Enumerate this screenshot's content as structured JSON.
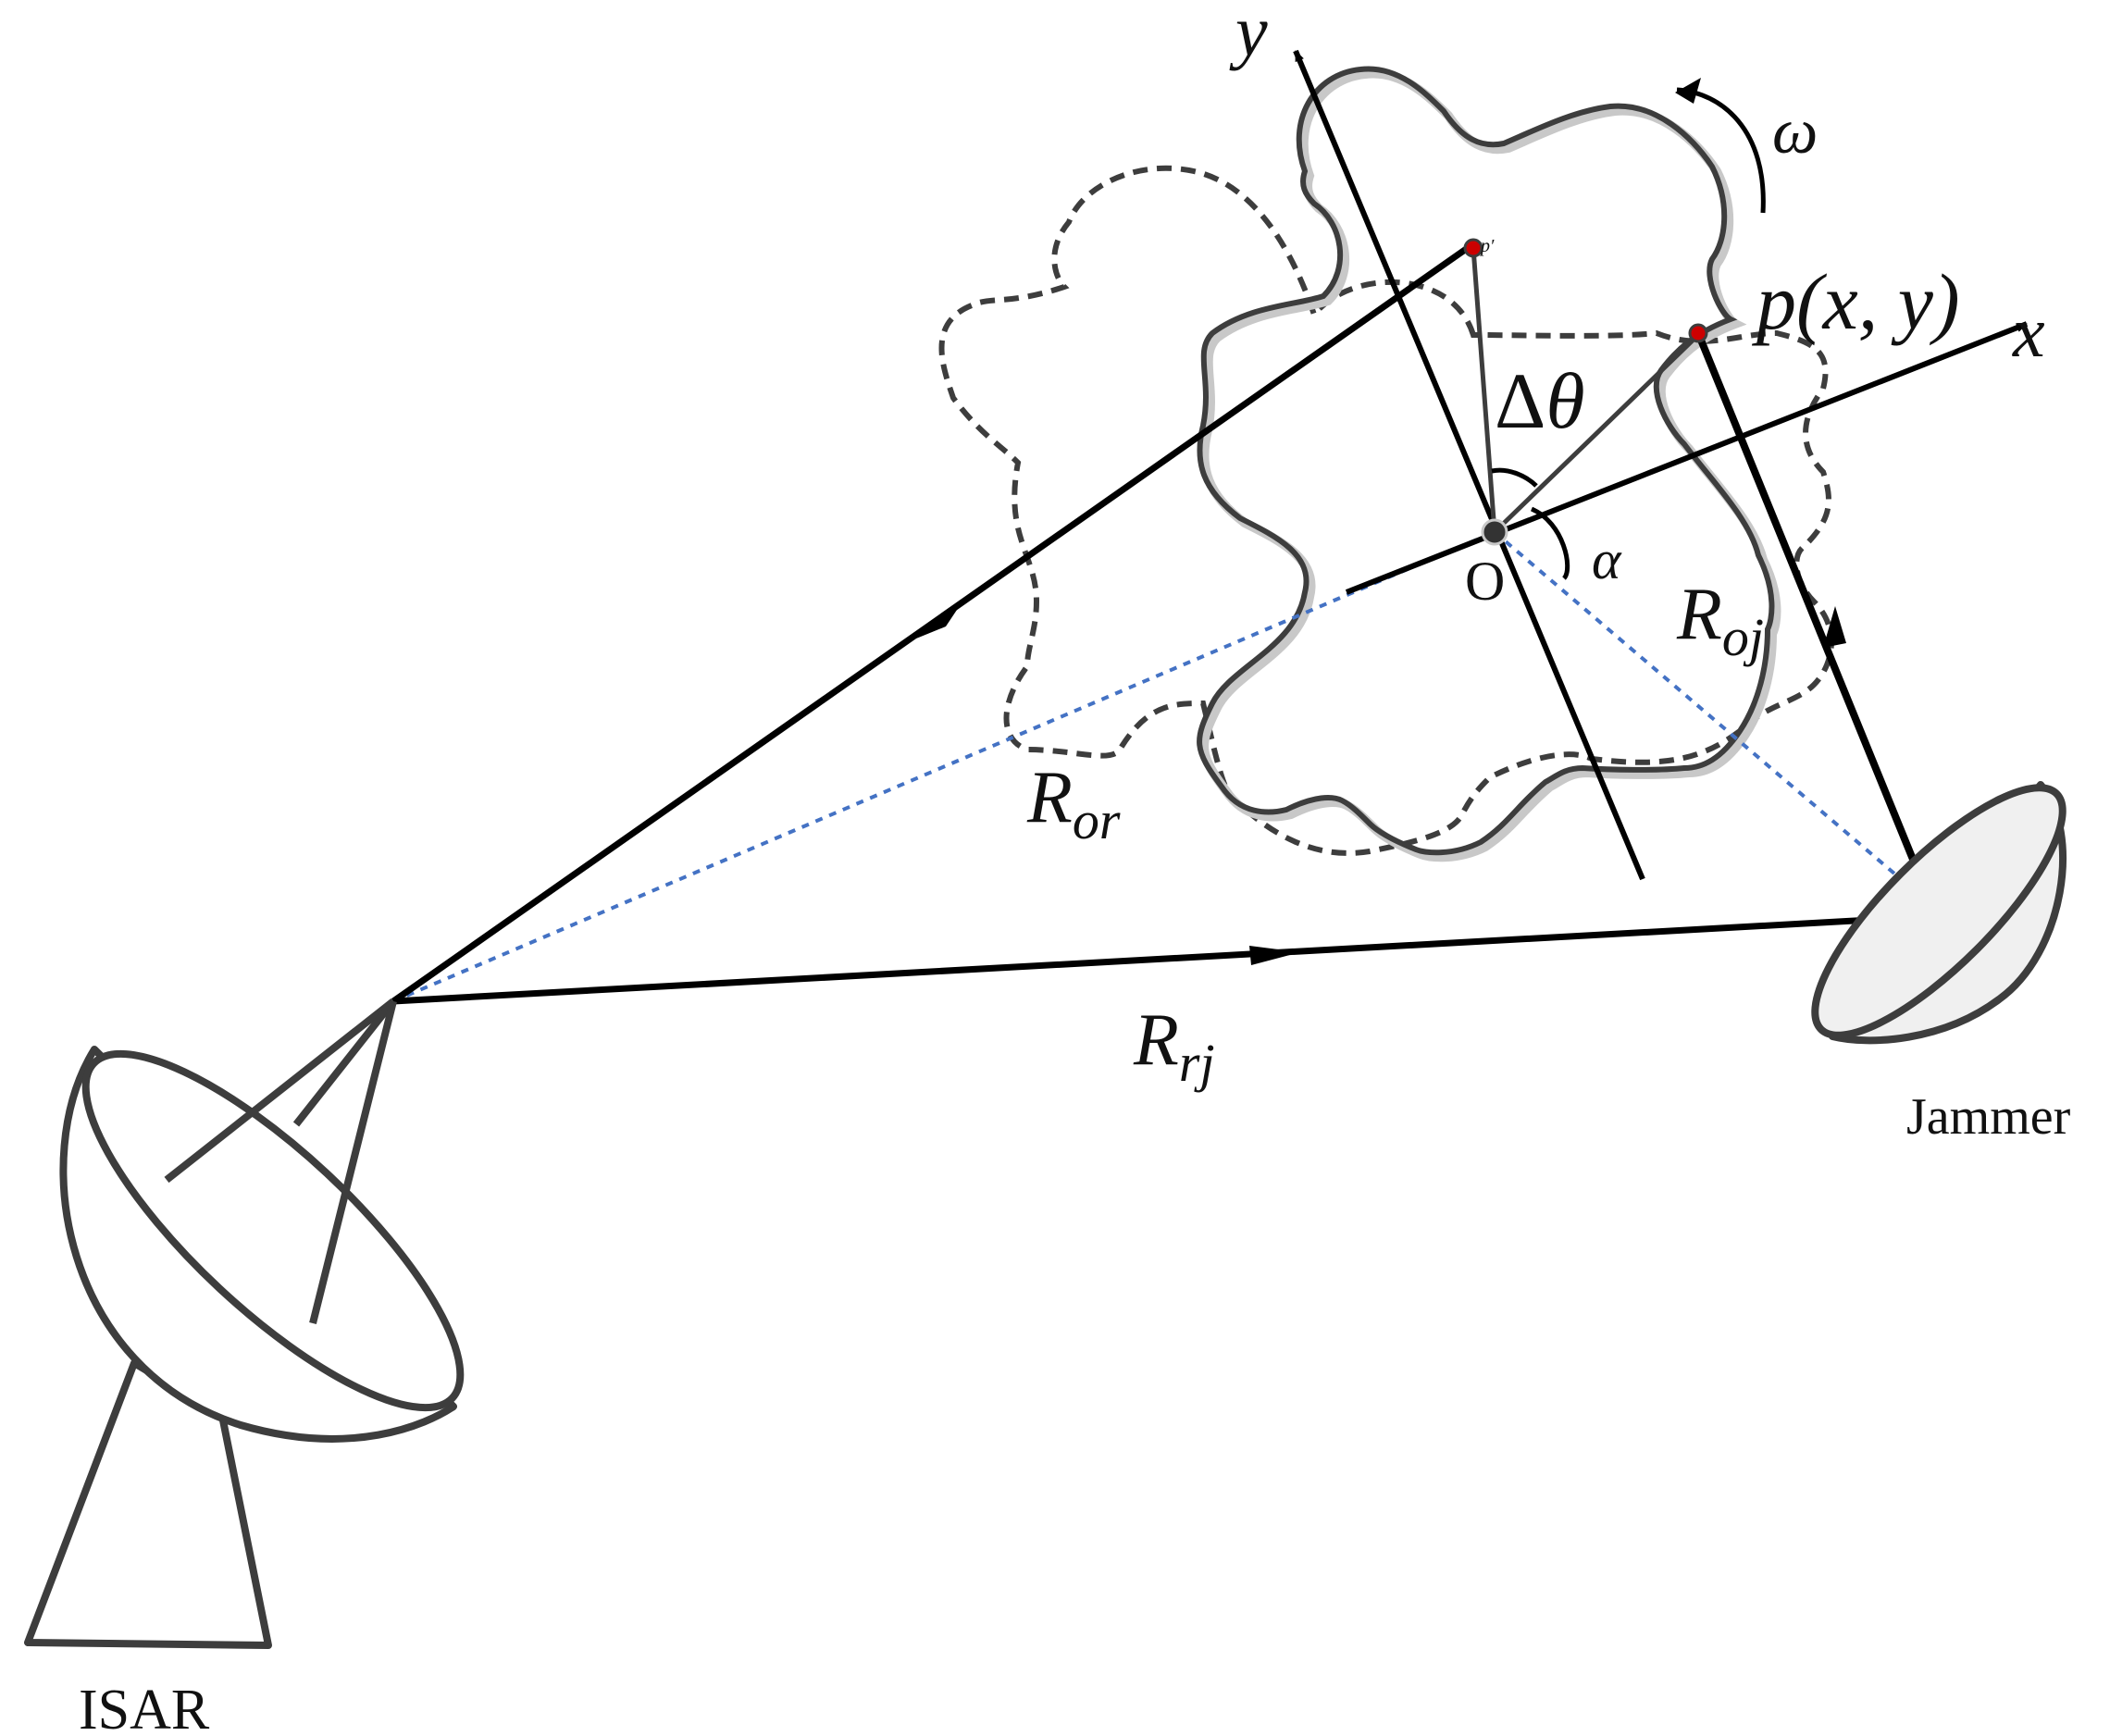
{
  "labels": {
    "radar": "ISAR",
    "jammer": "Jammer",
    "axis_x": "x",
    "axis_y": "y",
    "origin": "O",
    "omega": "ω",
    "alpha": "α",
    "delta_theta_delta": "Δ",
    "delta_theta_theta": "θ",
    "point_p": "p",
    "point_p_args": "(x, y)",
    "point_p_prime": "p′",
    "r_or_main": "R",
    "r_or_sub": "or",
    "r_oj_main": "R",
    "r_oj_sub": "oj",
    "r_rj_main": "R",
    "r_rj_sub": "rj"
  },
  "colors": {
    "line": "#000000",
    "outline": "#3d3d3d",
    "dotted": "#4472c4",
    "point": "#cc0000",
    "shadow": "#c8c8c8",
    "dish_fill": "#f0f0f0"
  }
}
